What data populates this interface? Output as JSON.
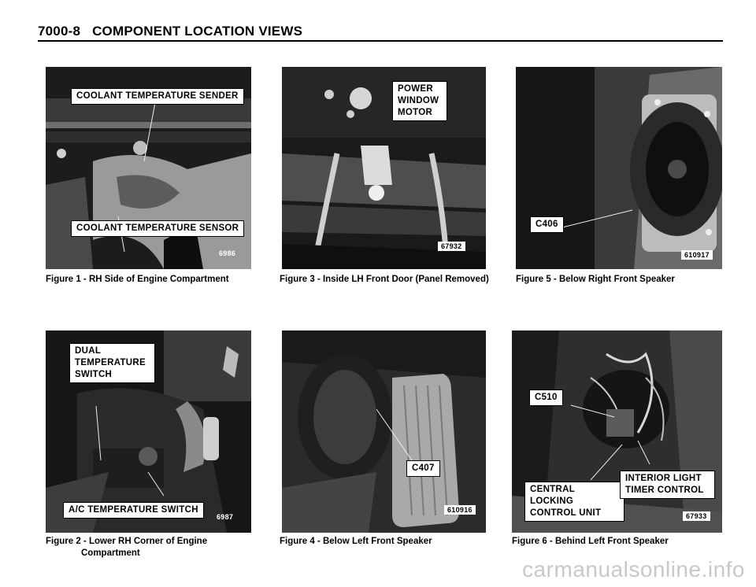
{
  "header": {
    "code": "7000-8",
    "title": "COMPONENT LOCATION VIEWS"
  },
  "figures": [
    {
      "labels": [
        "COOLANT TEMPERATURE SENDER",
        "COOLANT TEMPERATURE SENSOR"
      ],
      "number": "6986",
      "caption": "Figure 1 - RH Side of Engine Compartment"
    },
    {
      "labels": [
        "DUAL",
        "TEMPERATURE",
        "SWITCH",
        "A/C TEMPERATURE SWITCH"
      ],
      "number": "6987",
      "caption_line1": "Figure 2 - Lower RH Corner of Engine",
      "caption_line2": "Compartment"
    },
    {
      "labels": [
        "POWER",
        "WINDOW",
        "MOTOR"
      ],
      "number": "67932",
      "caption": "Figure 3 - Inside LH Front Door (Panel Removed)"
    },
    {
      "labels": [
        "C407"
      ],
      "number": "610916",
      "caption": "Figure 4 - Below Left Front Speaker"
    },
    {
      "labels": [
        "C406"
      ],
      "number": "610917",
      "caption": "Figure 5 - Below Right Front Speaker"
    },
    {
      "labels": [
        "C510",
        "CENTRAL LOCKING",
        "CONTROL UNIT",
        "INTERIOR LIGHT",
        "TIMER CONTROL"
      ],
      "number": "67933",
      "caption": "Figure 6 - Behind Left Front Speaker"
    }
  ],
  "watermark": "carmanualsonline.info"
}
